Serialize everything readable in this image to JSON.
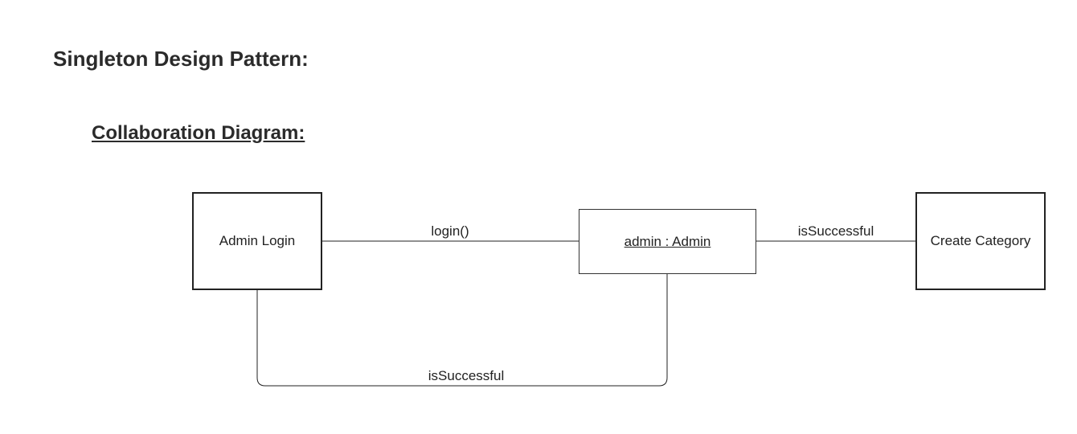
{
  "page": {
    "title": "Singleton Design Pattern:",
    "section_title": "Collaboration Diagram:"
  },
  "diagram": {
    "nodes": {
      "admin_login": "Admin Login",
      "admin_object": "admin : Admin",
      "create_category": "Create Category"
    },
    "messages": {
      "login_call": "login()",
      "success_to_category": "isSuccessful",
      "success_to_login": "isSuccessful"
    }
  }
}
